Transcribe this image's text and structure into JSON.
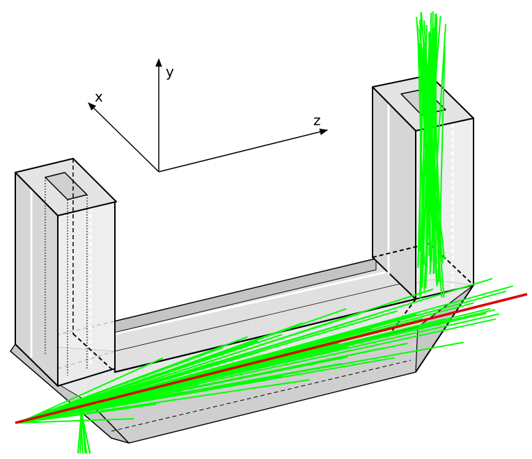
{
  "axes": {
    "x_label": "x",
    "y_label": "y",
    "z_label": "z"
  },
  "colors": {
    "ray": "#00ff00",
    "beam": "#dd0000",
    "face_light": "#ececec",
    "face_mid": "#cfcfcf",
    "face_dark": "#b8b8b8",
    "edge": "#000000"
  },
  "bundles": {
    "vertical_rays": 34,
    "horizontal_rays": 60,
    "lower_left_rays": 8
  }
}
